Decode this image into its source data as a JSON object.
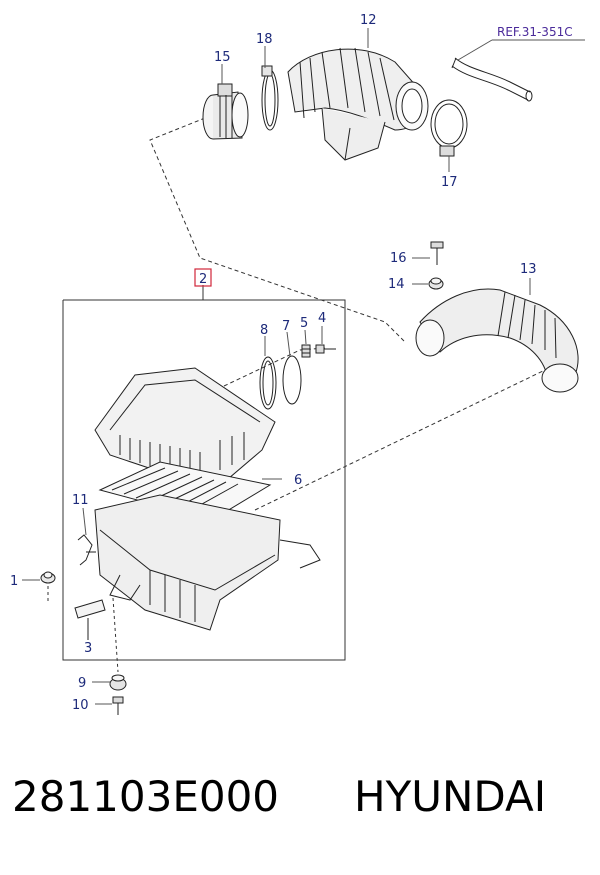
{
  "callouts": {
    "c1": "1",
    "c2": "2",
    "c3": "3",
    "c4": "4",
    "c5": "5",
    "c6": "6",
    "c7": "7",
    "c8": "8",
    "c9": "9",
    "c10": "10",
    "c11": "11",
    "c12": "12",
    "c13": "13",
    "c14": "14",
    "c15": "15",
    "c16": "16",
    "c17": "17",
    "c18": "18"
  },
  "reference": "REF.31-351C",
  "footer": {
    "part_number": "281103E000",
    "brand": "HYUNDAI"
  },
  "colors": {
    "callout_text": "#1d2a7a",
    "reference_text": "#4a2a9a",
    "highlight_box": "#d0253a",
    "line_art": "#222222"
  }
}
